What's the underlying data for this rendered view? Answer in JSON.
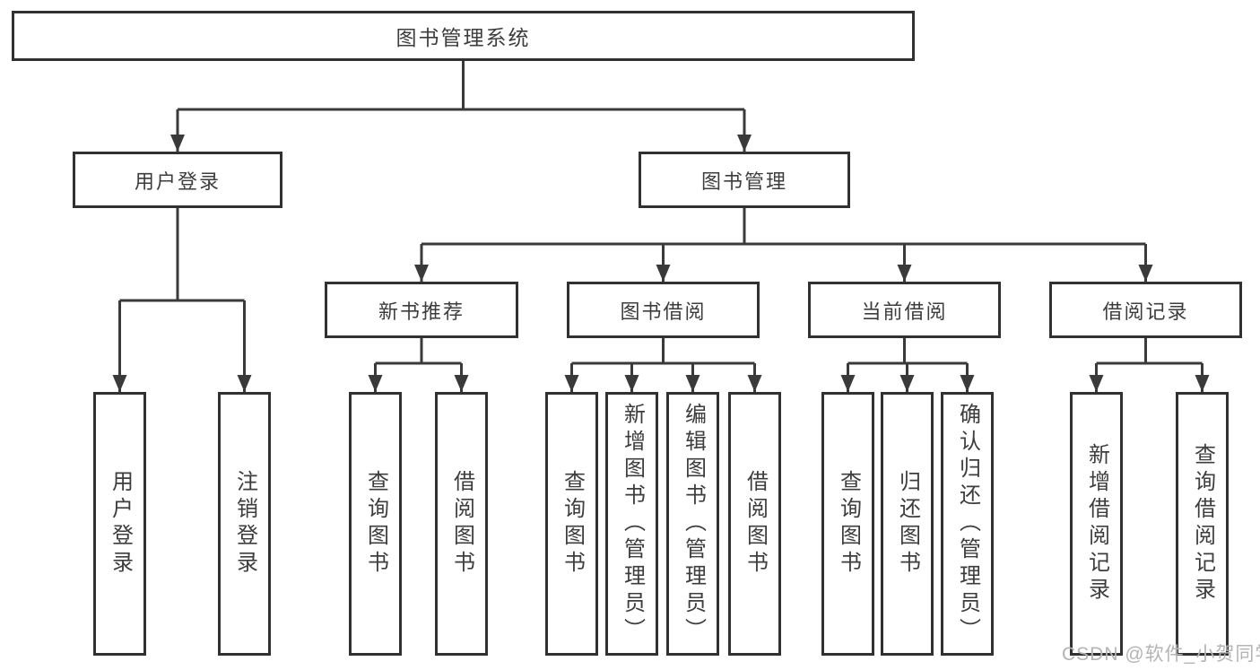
{
  "diagram": {
    "nodes": {
      "root": "图书管理系统",
      "user_login": "用户登录",
      "book_mgmt": "图书管理",
      "new_book": "新书推荐",
      "book_borrow": "图书借阅",
      "current_borrow": "当前借阅",
      "borrow_record": "借阅记录",
      "leaf_user_login": "用户登录",
      "leaf_logout": "注销登录",
      "leaf_nb_query": "查询图书",
      "leaf_nb_borrow": "借阅图书",
      "leaf_bb_query": "查询图书",
      "leaf_bb_add": "新增图书（管理员）",
      "leaf_bb_edit": "编辑图书（管理员）",
      "leaf_bb_borrow": "借阅图书",
      "leaf_cb_query": "查询图书",
      "leaf_cb_return": "归还图书",
      "leaf_cb_confirm": "确认归还（管理员）",
      "leaf_br_add": "新增借阅记录",
      "leaf_br_query": "查询借阅记录"
    },
    "watermark": "CSDN @软件_小贺同学",
    "colors": {
      "line": "#3a3a3a",
      "border": "#313131",
      "text": "#3d3d3d",
      "watermark": "#b4b4b4",
      "background": "#ffffff"
    }
  }
}
